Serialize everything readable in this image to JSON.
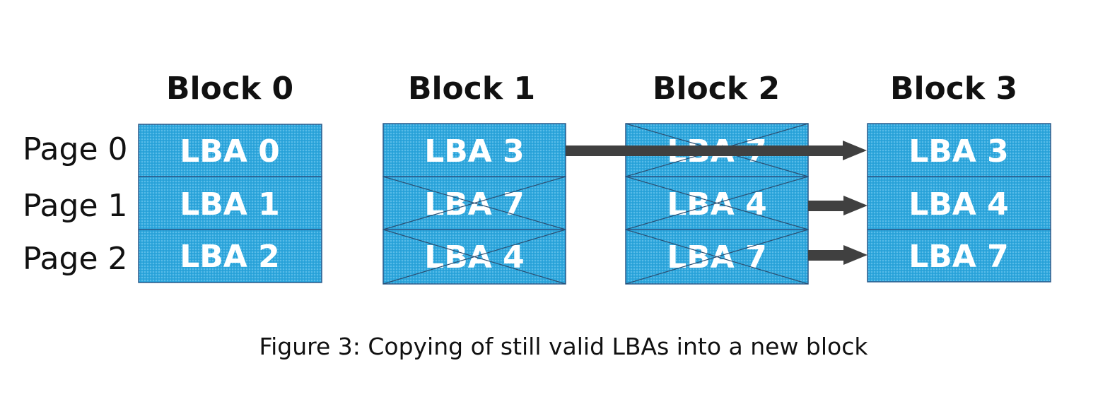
{
  "colors": {
    "cell_fill": "#2ea7dd",
    "cell_border": "#2b5a8a",
    "arrow": "#404040",
    "text_dark": "#111111",
    "text_light": "#ffffff"
  },
  "pages": [
    "Page 0",
    "Page 1",
    "Page 2"
  ],
  "blocks": [
    {
      "title": "Block 0",
      "cells": [
        {
          "label": "LBA 0",
          "invalid": false
        },
        {
          "label": "LBA 1",
          "invalid": false
        },
        {
          "label": "LBA 2",
          "invalid": false
        }
      ]
    },
    {
      "title": "Block 1",
      "cells": [
        {
          "label": "LBA 3",
          "invalid": false
        },
        {
          "label": "LBA 7",
          "invalid": true
        },
        {
          "label": "LBA 4",
          "invalid": true
        }
      ]
    },
    {
      "title": "Block 2",
      "cells": [
        {
          "label": "LBA 7",
          "invalid": true
        },
        {
          "label": "LBA 4",
          "invalid": true
        },
        {
          "label": "LBA 7",
          "invalid": true
        }
      ]
    },
    {
      "title": "Block 3",
      "cells": [
        {
          "label": "LBA 3",
          "invalid": false
        },
        {
          "label": "LBA 4",
          "invalid": false
        },
        {
          "label": "LBA 7",
          "invalid": false
        }
      ]
    }
  ],
  "arrows": [
    {
      "from_block": 1,
      "from_page": 0,
      "to_block": 3,
      "to_page": 0
    },
    {
      "from_block": 2,
      "from_page": 1,
      "to_block": 3,
      "to_page": 1
    },
    {
      "from_block": 2,
      "from_page": 2,
      "to_block": 3,
      "to_page": 2
    }
  ],
  "caption": "Figure 3: Copying of still valid LBAs into a new block"
}
